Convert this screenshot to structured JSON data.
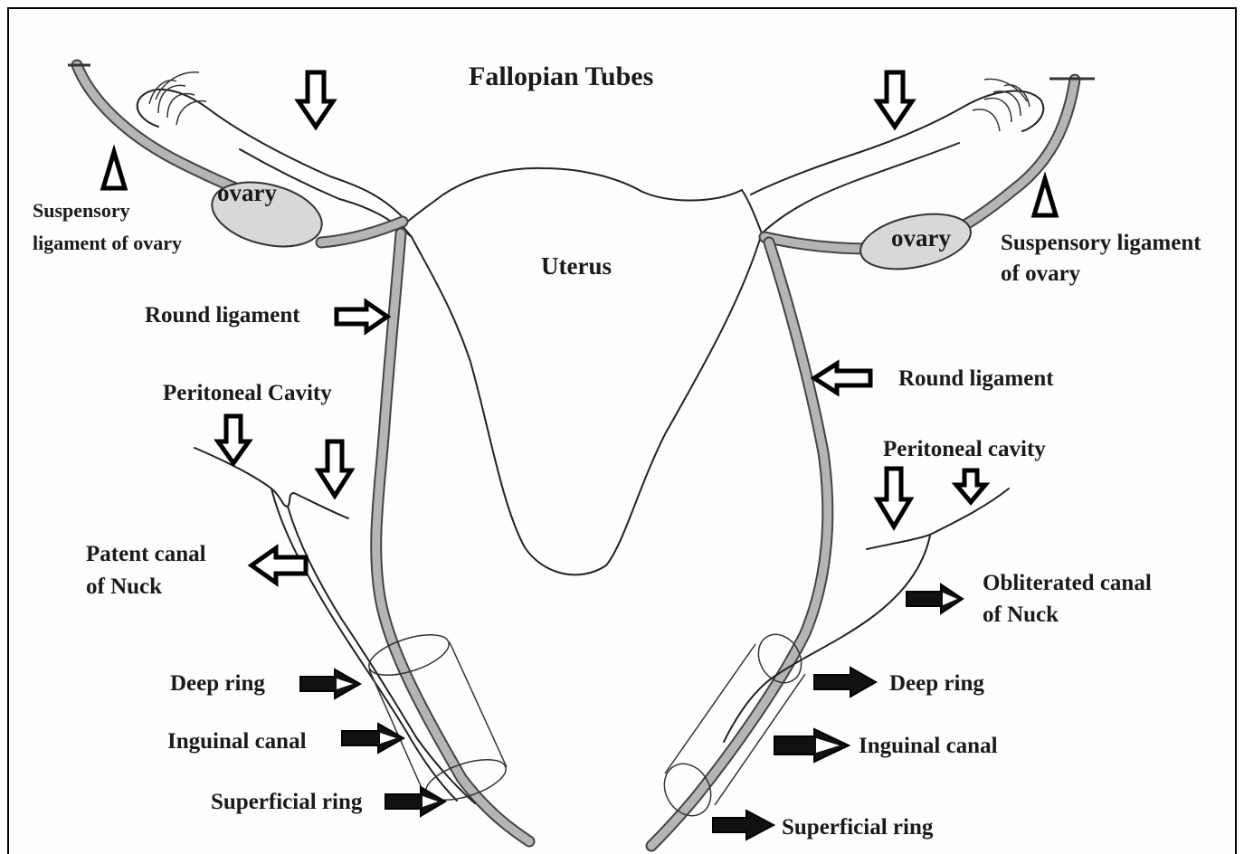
{
  "labels": {
    "fallopian_tubes": "Fallopian Tubes",
    "uterus": "Uterus",
    "ovary_left": "ovary",
    "ovary_right": "ovary",
    "suspensory_left_line1": "Suspensory",
    "suspensory_left_line2": "ligament of ovary",
    "suspensory_right_line1": "Suspensory ligament",
    "suspensory_right_line2": "of ovary",
    "round_ligament_left": "Round ligament",
    "round_ligament_right": "Round ligament",
    "peritoneal_cavity_left": "Peritoneal Cavity",
    "peritoneal_cavity_right": "Peritoneal cavity",
    "patent_canal_line1": "Patent canal",
    "patent_canal_line2": "of Nuck",
    "obliterated_canal_line1": "Obliterated canal",
    "obliterated_canal_line2": "of Nuck",
    "deep_ring_left": "Deep ring",
    "deep_ring_right": "Deep ring",
    "inguinal_canal_left": "Inguinal canal",
    "inguinal_canal_right": "Inguinal canal",
    "superficial_ring_left": "Superficial ring",
    "superficial_ring_right": "Superficial ring"
  },
  "colors": {
    "ligament": "#b5b5b5",
    "ovary_fill": "#d8d8d8",
    "outline": "#222222"
  }
}
